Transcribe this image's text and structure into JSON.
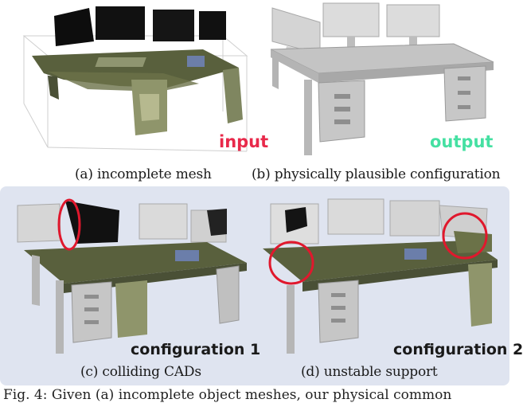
{
  "panels": {
    "a": {
      "caption": "(a) incomplete mesh",
      "tag": "input",
      "tag_color": "#e8294a"
    },
    "b": {
      "caption": "(b) physically plausible configuration",
      "tag": "output",
      "tag_color": "#45e0a2"
    },
    "c": {
      "caption": "(c) colliding CADs",
      "tag": "configuration 1"
    },
    "d": {
      "caption": "(d) unstable support",
      "tag": "configuration 2"
    }
  },
  "colors": {
    "mesh": "#4f5636",
    "mesh_light": "#8c936a",
    "cad": "#c8c8c8",
    "cad_dark": "#9a9a9a",
    "highlight_circle": "#e0182d",
    "panel_bg": "#dfe4f0"
  },
  "figure_caption": "Fig. 4: Given (a) incomplete object meshes, our physical common"
}
